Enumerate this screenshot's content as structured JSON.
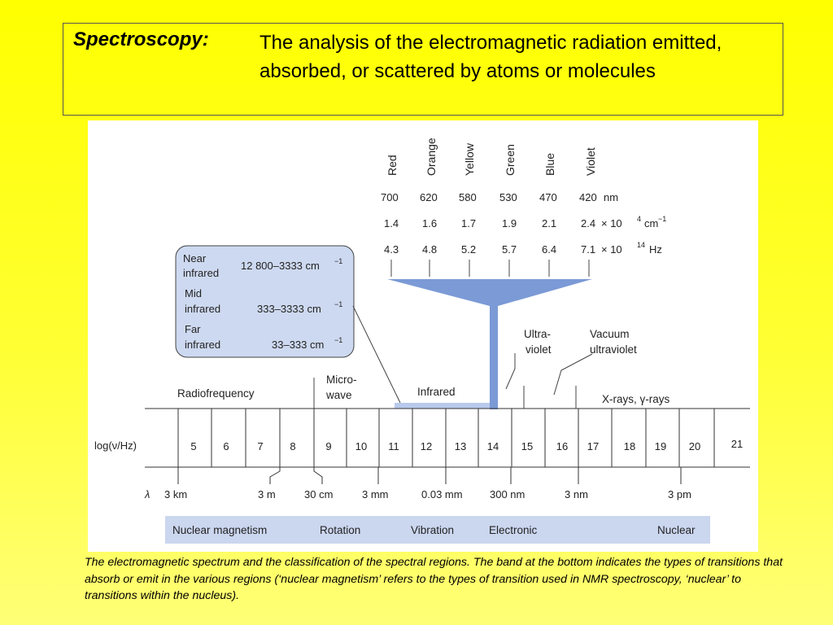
{
  "definition": {
    "term": "Spectroscopy:",
    "text": "The analysis of the electromagnetic radiation emitted, absorbed, or scattered by atoms or molecules"
  },
  "figure": {
    "visible_colors": [
      {
        "name": "Red",
        "nm": "700",
        "wavenumber": "1.4",
        "freq": "4.3"
      },
      {
        "name": "Orange",
        "nm": "620",
        "wavenumber": "1.6",
        "freq": "4.8"
      },
      {
        "name": "Yellow",
        "nm": "580",
        "wavenumber": "1.7",
        "freq": "5.2"
      },
      {
        "name": "Green",
        "nm": "530",
        "wavenumber": "1.9",
        "freq": "5.7"
      },
      {
        "name": "Blue",
        "nm": "470",
        "wavenumber": "2.1",
        "freq": "6.4"
      },
      {
        "name": "Violet",
        "nm": "420",
        "wavenumber": "2.4",
        "freq": "7.1"
      }
    ],
    "nm_unit": "nm",
    "wavenumber_suffix_pre": "× 10",
    "wavenumber_exp": "4",
    "wavenumber_unit": "cm",
    "wavenumber_unit_exp": "−1",
    "freq_suffix_pre": "× 10",
    "freq_exp": "14",
    "freq_unit": "Hz",
    "infrared_box": [
      {
        "name_line1": "Near",
        "name_line2": "infrared",
        "range": "12 800–3333 cm"
      },
      {
        "name_line1": "Mid",
        "name_line2": "infrared",
        "range": "333–3333 cm"
      },
      {
        "name_line1": "Far",
        "name_line2": "infrared",
        "range": "33–333 cm"
      }
    ],
    "range_exp": "−1",
    "region_labels": {
      "radiofrequency": "Radiofrequency",
      "microwave_line1": "Micro-",
      "microwave_line2": "wave",
      "infrared": "Infrared",
      "uv_line1": "Ultra-",
      "uv_line2": "violet",
      "vuv_line1": "Vacuum",
      "vuv_line2": "ultraviolet",
      "xray": "X-rays, γ-rays"
    },
    "log_axis_label": "log(ν/Hz)",
    "log_ticks": [
      "5",
      "6",
      "7",
      "8",
      "9",
      "10",
      "11",
      "12",
      "13",
      "14",
      "15",
      "16",
      "17",
      "18",
      "19",
      "20",
      "21"
    ],
    "lambda_symbol": "λ",
    "wavelength_labels": [
      "3 km",
      "3 m",
      "30 cm",
      "3 mm",
      "0.03 mm",
      "300 nm",
      "3 nm",
      "3 pm"
    ],
    "transition_band": [
      "Nuclear magnetism",
      "Rotation",
      "Vibration",
      "Electronic",
      "Nuclear"
    ],
    "colors": {
      "band_blue": "#7b9ad6",
      "box_fill": "#cdd9f0",
      "transition_fill": "#cbd6ef",
      "ir_bar": "#b8caec"
    }
  },
  "caption": "The electromagnetic spectrum and the classification of the spectral regions. The band at the bottom indicates the types of transitions that absorb or emit in the various regions (‘nuclear magnetism’ refers to the types of transition used in NMR spectroscopy, ‘nuclear’ to transitions within the nucleus)."
}
